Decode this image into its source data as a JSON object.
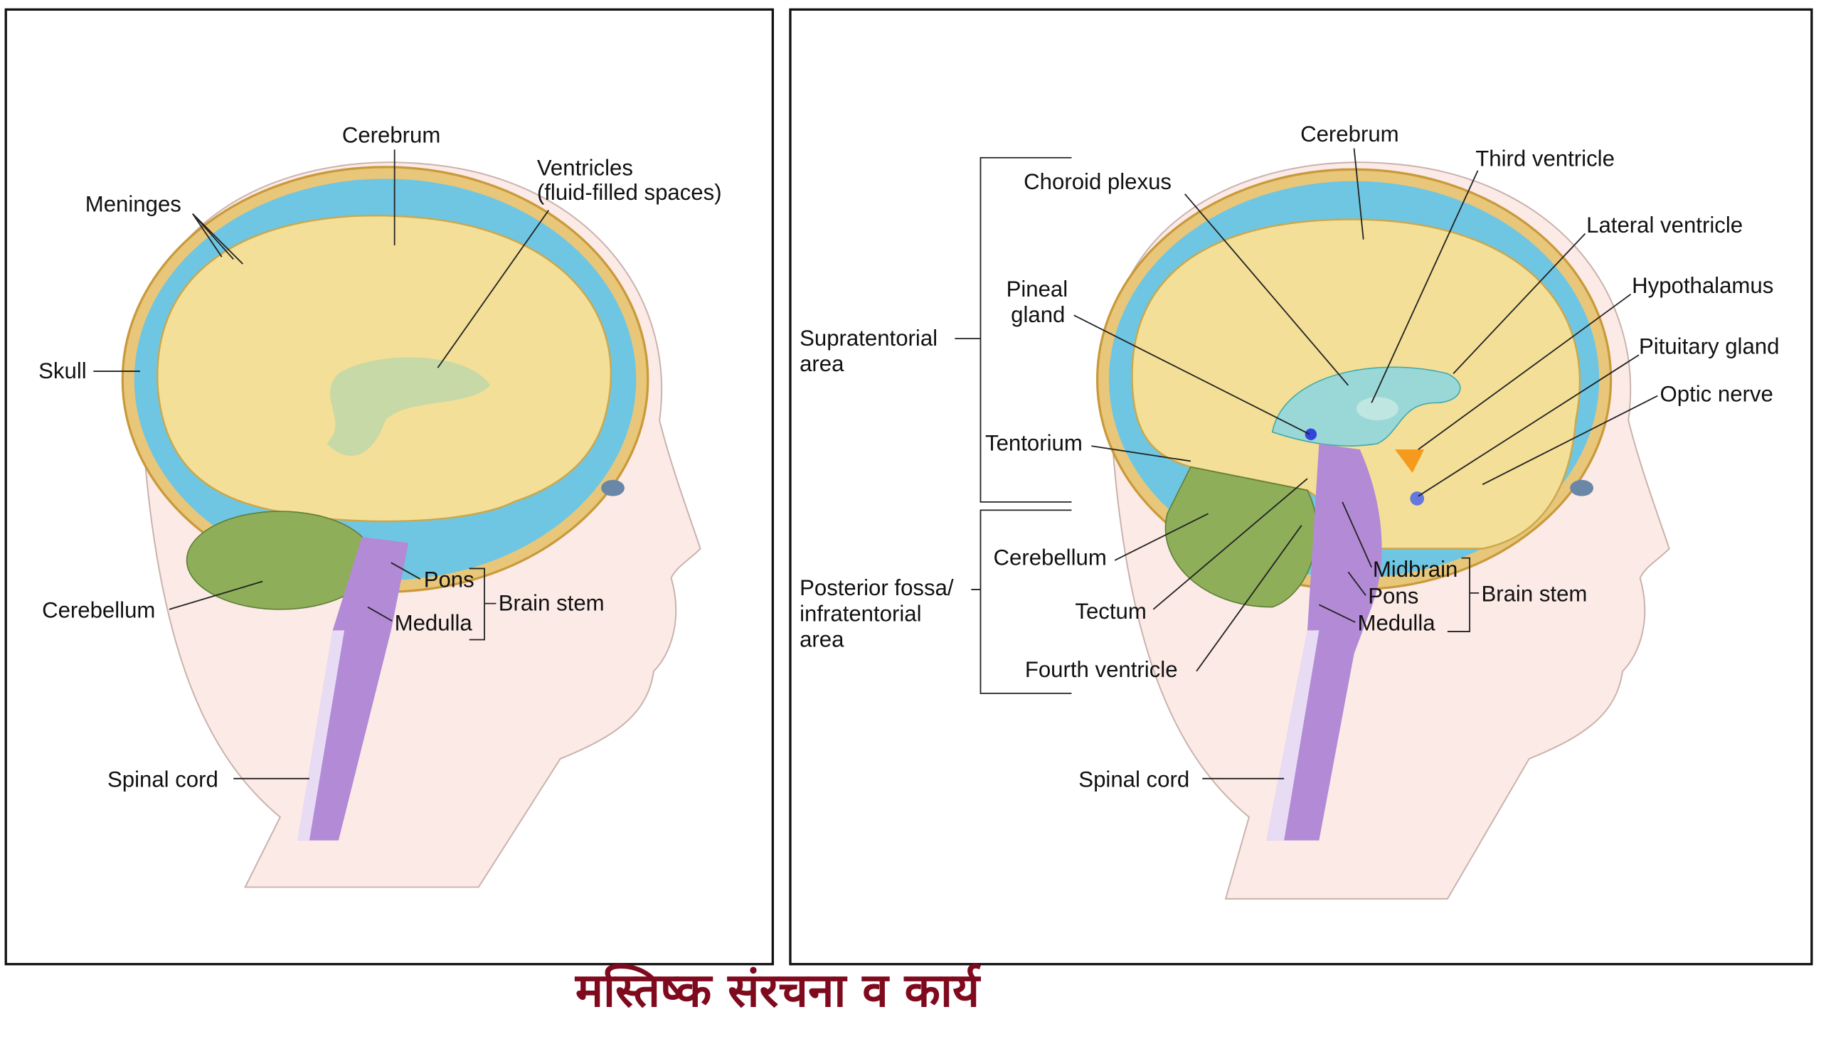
{
  "title": "मस्तिष्क संरचना व कार्य",
  "left_panel": {
    "labels": {
      "cerebrum": "Cerebrum",
      "meninges": "Meninges",
      "ventricles_1": "Ventricles",
      "ventricles_2": "(fluid-filled spaces)",
      "skull": "Skull",
      "cerebellum": "Cerebellum",
      "pons": "Pons",
      "medulla": "Medulla",
      "brain_stem": "Brain stem",
      "spinal_cord": "Spinal cord"
    }
  },
  "right_panel": {
    "labels": {
      "cerebrum": "Cerebrum",
      "third_ventricle": "Third ventricle",
      "choroid_plexus": "Choroid plexus",
      "lateral_ventricle": "Lateral ventricle",
      "hypothalamus": "Hypothalamus",
      "pituitary_gland": "Pituitary gland",
      "optic_nerve": "Optic nerve",
      "pineal_1": "Pineal",
      "pineal_2": "gland",
      "supratentorial_1": "Supratentorial",
      "supratentorial_2": "area",
      "tentorium": "Tentorium",
      "cerebellum": "Cerebellum",
      "posterior_1": "Posterior fossa/",
      "posterior_2": "infratentorial",
      "posterior_3": "area",
      "tectum": "Tectum",
      "fourth_ventricle": "Fourth ventricle",
      "midbrain": "Midbrain",
      "pons": "Pons",
      "medulla": "Medulla",
      "brain_stem": "Brain stem",
      "spinal_cord": "Spinal cord"
    }
  },
  "colors": {
    "brain": "#f3df97",
    "cerebellum": "#8fae5a",
    "brainstem": "#b28ad6",
    "csf": "#5fc0e0",
    "title": "#7f0a1e"
  }
}
